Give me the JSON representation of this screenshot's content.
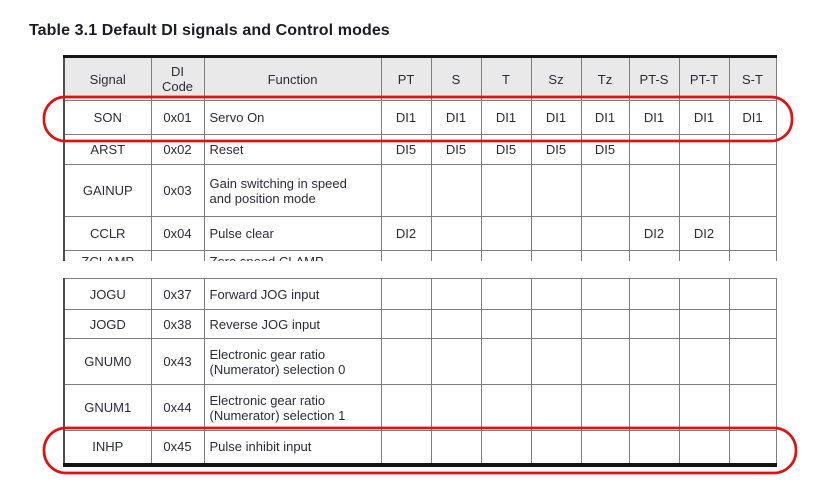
{
  "title": "Table 3.1 Default DI signals and Control modes",
  "annotation": {
    "color": "#dd1212"
  },
  "table_upper": {
    "headers": [
      "Signal",
      "DI\nCode",
      "Function",
      "PT",
      "S",
      "T",
      "Sz",
      "Tz",
      "PT-S",
      "PT-T",
      "S-T"
    ],
    "rows": [
      {
        "cells": [
          "SON",
          "0x01",
          "Servo On",
          "DI1",
          "DI1",
          "DI1",
          "DI1",
          "DI1",
          "DI1",
          "DI1",
          "DI1"
        ]
      },
      {
        "cells": [
          "ARST",
          "0x02",
          "Reset",
          "DI5",
          "DI5",
          "DI5",
          "DI5",
          "DI5",
          "",
          "",
          ""
        ]
      },
      {
        "cells": [
          "GAINUP",
          "0x03",
          "Gain switching in speed\nand position mode",
          "",
          "",
          "",
          "",
          "",
          "",
          "",
          ""
        ]
      },
      {
        "cells": [
          "CCLR",
          "0x04",
          "Pulse clear",
          "DI2",
          "",
          "",
          "",
          "",
          "DI2",
          "DI2",
          ""
        ]
      }
    ],
    "clipped_row": {
      "cells": [
        "ZCLAMP",
        "",
        "Zero speed CLAMP",
        "",
        "",
        "",
        "",
        "",
        "",
        "",
        ""
      ]
    }
  },
  "table_lower": {
    "rows": [
      {
        "cells": [
          "JOGU",
          "0x37",
          "Forward JOG input",
          "",
          "",
          "",
          "",
          "",
          "",
          "",
          ""
        ]
      },
      {
        "cells": [
          "JOGD",
          "0x38",
          "Reverse JOG input",
          "",
          "",
          "",
          "",
          "",
          "",
          "",
          ""
        ]
      },
      {
        "cells": [
          "GNUM0",
          "0x43",
          "Electronic gear ratio\n(Numerator) selection 0",
          "",
          "",
          "",
          "",
          "",
          "",
          "",
          ""
        ]
      },
      {
        "cells": [
          "GNUM1",
          "0x44",
          "Electronic gear ratio\n(Numerator) selection 1",
          "",
          "",
          "",
          "",
          "",
          "",
          "",
          ""
        ]
      },
      {
        "cells": [
          "INHP",
          "0x45",
          "Pulse inhibit input",
          "",
          "",
          "",
          "",
          "",
          "",
          "",
          ""
        ]
      }
    ]
  }
}
